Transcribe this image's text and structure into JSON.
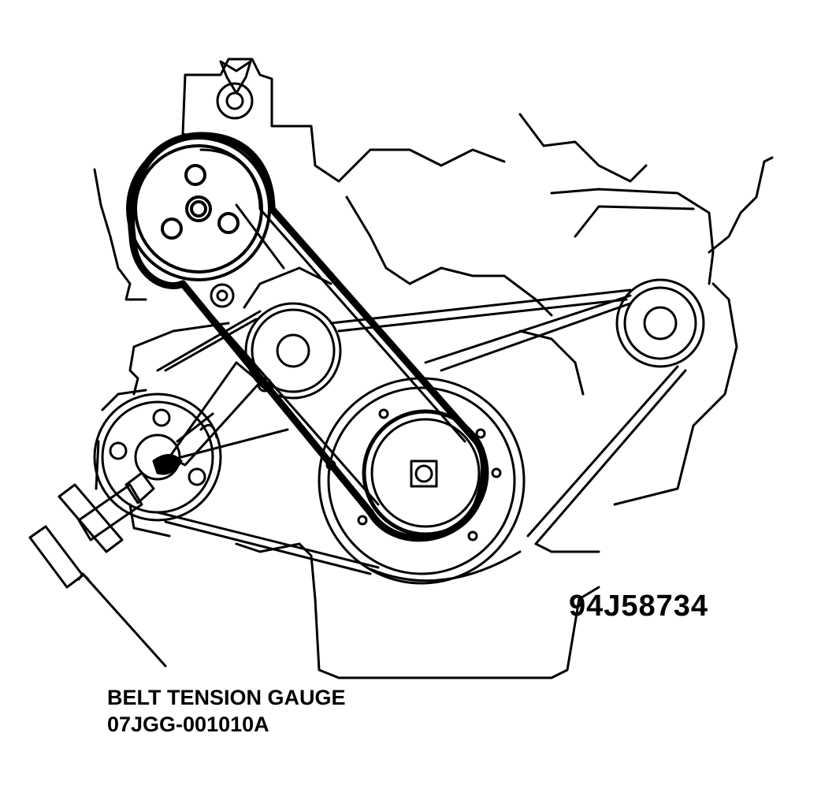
{
  "figure": {
    "id": "94J58734",
    "callout": {
      "tool_name": "BELT TENSION GAUGE",
      "part_number": "07JGG-001010A"
    }
  }
}
